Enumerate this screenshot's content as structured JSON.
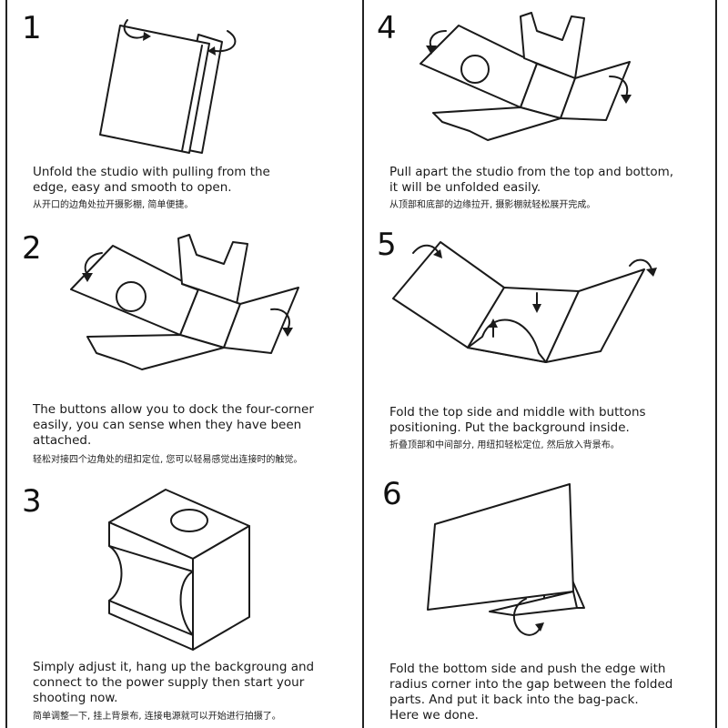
{
  "steps": [
    {
      "number": "1",
      "text": [
        "Unfold the studio with pulling from the",
        "edge, easy and smooth to open."
      ],
      "cn": "从开口的边角处拉开摄影棚, 简单便捷。"
    },
    {
      "number": "2",
      "text": [
        "The buttons allow you to dock the four-corner",
        "easily, you can sense when they have been",
        "attached."
      ],
      "cn": "轻松对接四个边角处的纽扣定位, 您可以轻易感觉出连接时的触觉。"
    },
    {
      "number": "3",
      "text": [
        "Simply adjust it, hang up the backgroung and",
        "connect to the power supply then start your",
        "shooting now."
      ],
      "cn": "简单调整一下, 挂上背景布, 连接电源就可以开始进行拍摄了。"
    },
    {
      "number": "4",
      "text": [
        "Pull apart the studio from the top and bottom,",
        "it will be unfolded easily."
      ],
      "cn": "从顶部和底部的边缘拉开, 摄影棚就轻松展开完成。"
    },
    {
      "number": "5",
      "text": [
        "Fold the top side and middle with buttons",
        "positioning. Put the background inside."
      ],
      "cn": "折叠顶部和中间部分, 用纽扣轻松定位, 然后放入背景布。"
    },
    {
      "number": "6",
      "text": [
        "Fold the bottom side and push the edge with",
        "radius corner into the gap between the folded",
        "parts. And put it back into the bag-pack.",
        "Here we done."
      ],
      "cn": ""
    }
  ]
}
